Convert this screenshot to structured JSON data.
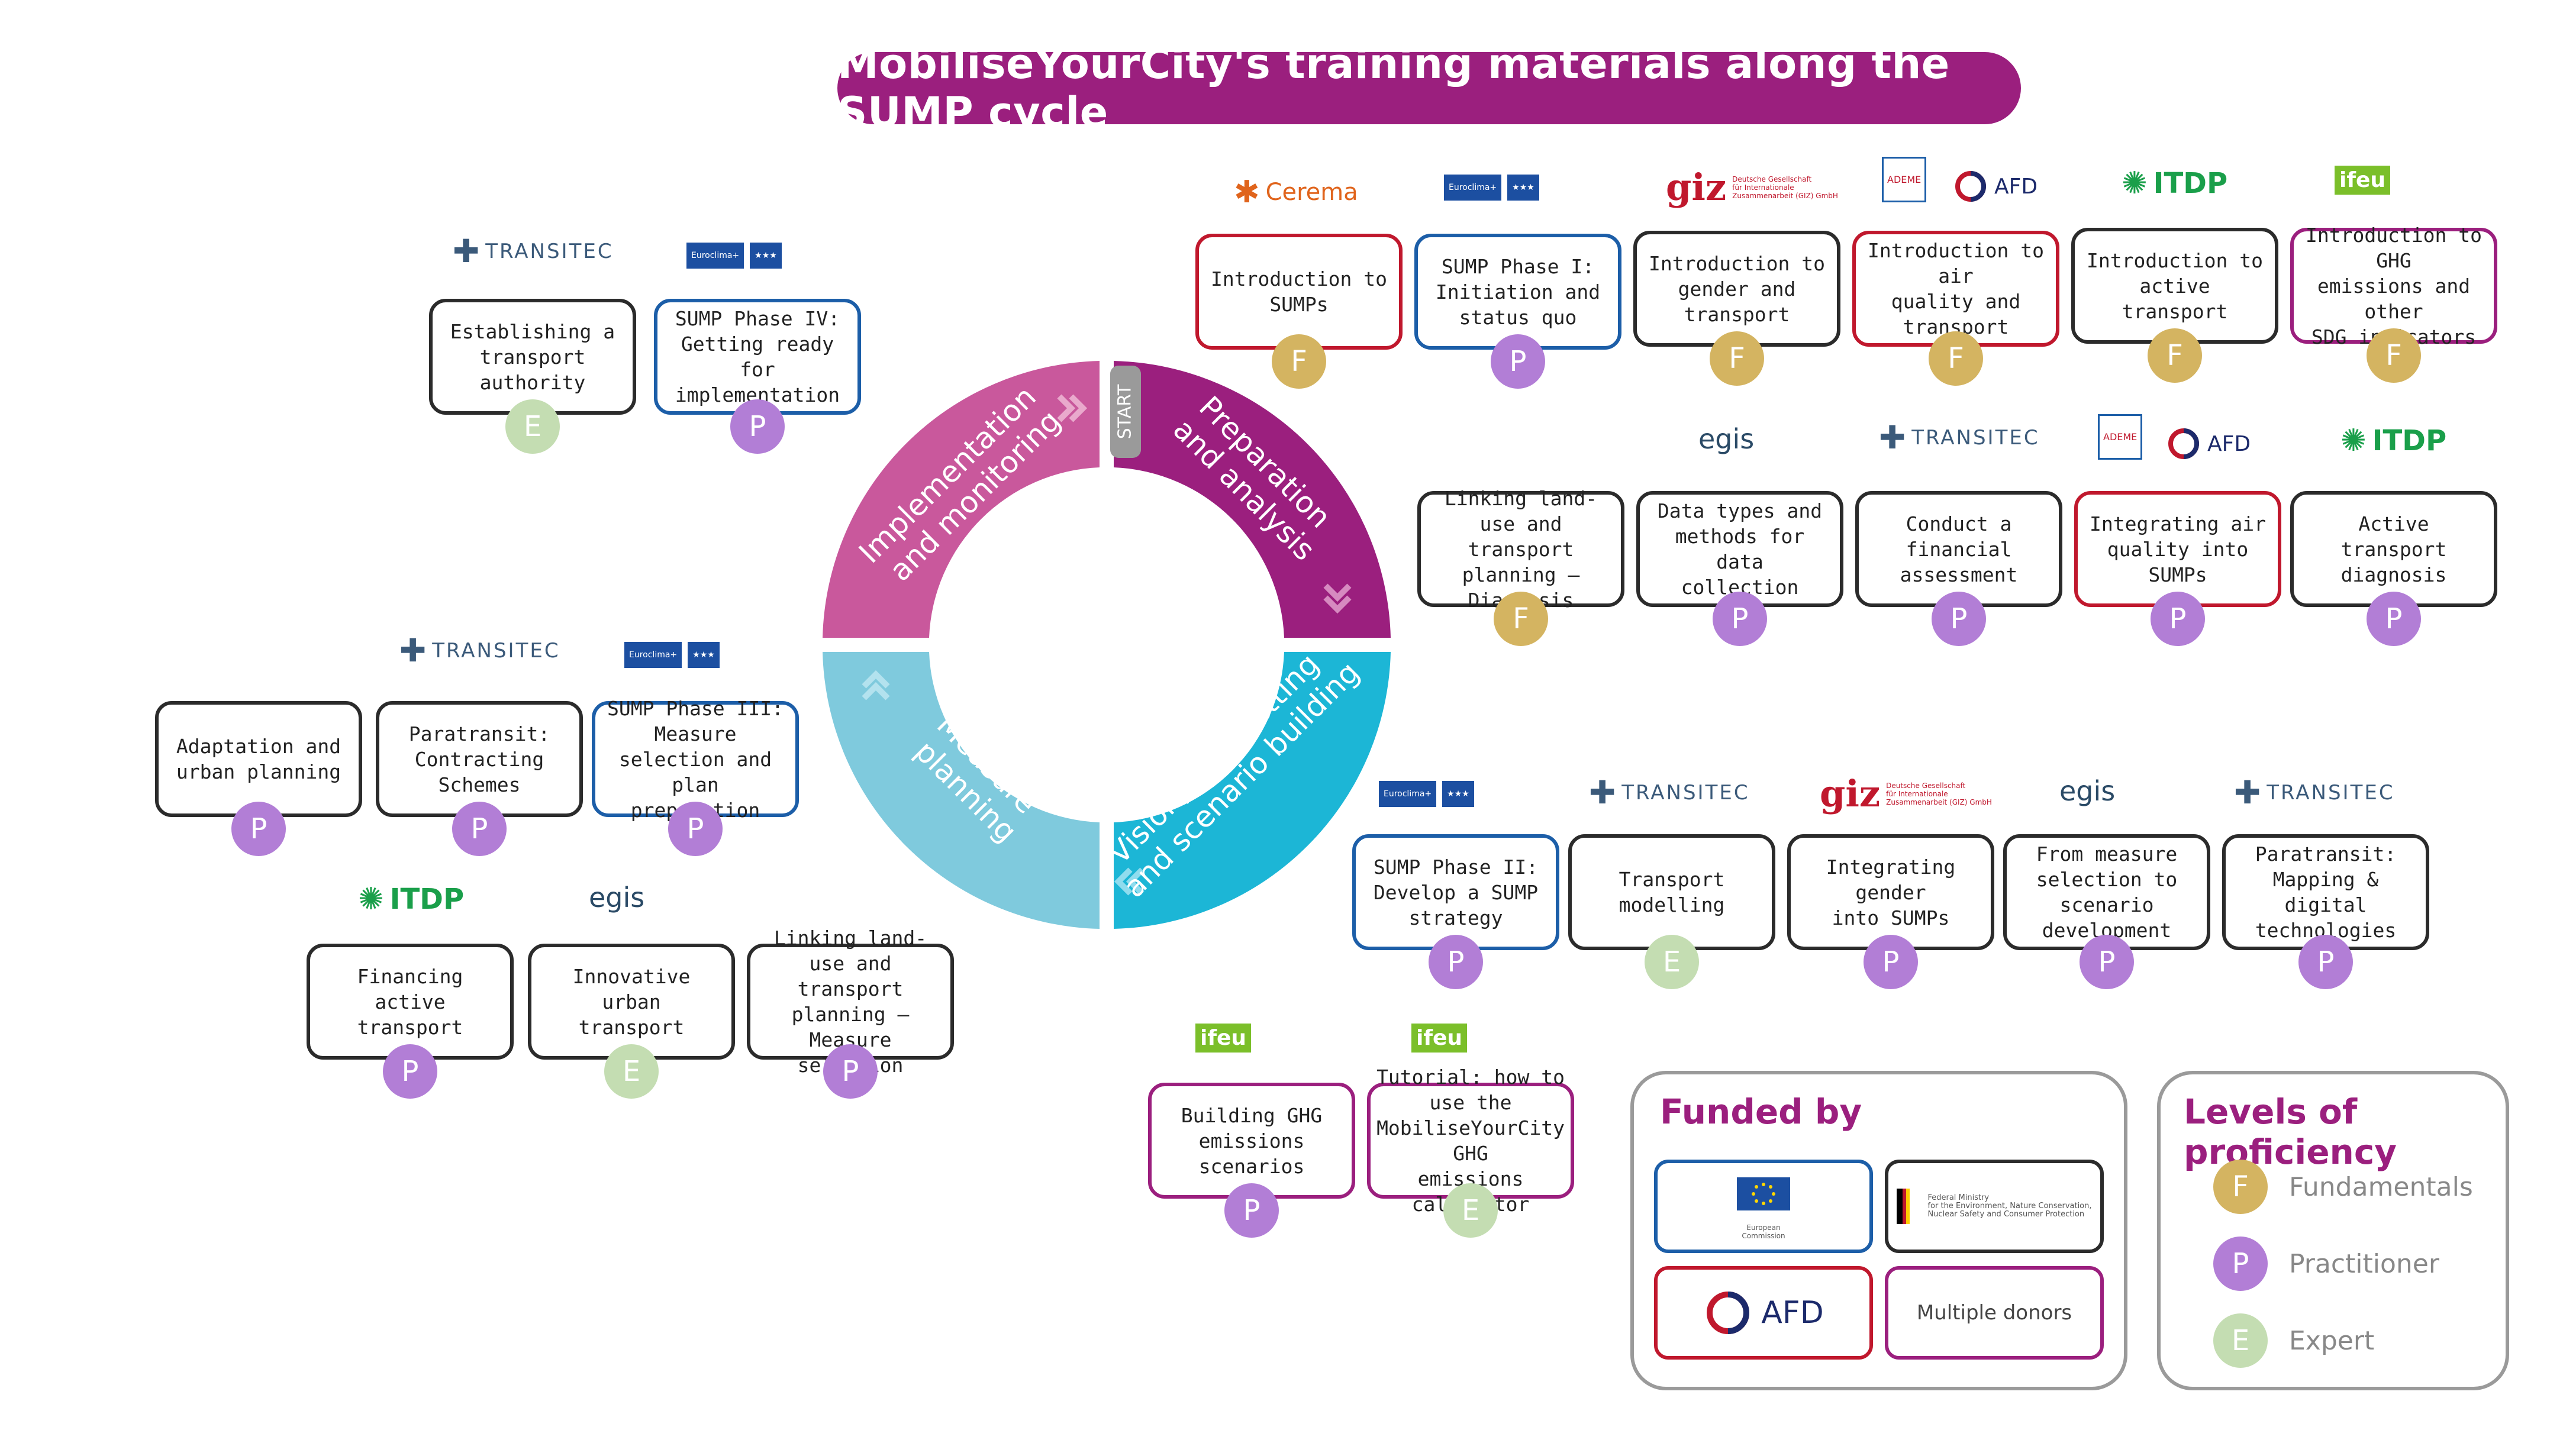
{
  "title": "MobiliseYourCity's training materials along the SUMP cycle",
  "colors": {
    "phase_preparation": "#9b1f7e",
    "phase_vision": "#1cb6d6",
    "phase_measure": "#7fcadd",
    "phase_implementation": "#c9589c",
    "level_F": "#d4b461",
    "level_P": "#b27ed6",
    "level_E": "#c4ddb2",
    "border_blue": "#1c5ea8",
    "border_red": "#c0182d",
    "border_purple": "#9b1f7e"
  },
  "cycle": {
    "start_label": "START",
    "phases": {
      "preparation": "Preparation\nand analysis",
      "vision": "Vision, goal setting\nand scenario building",
      "measure": "Measure\nplanning",
      "implementation": "Implementation\nand monitoring"
    }
  },
  "logos": {
    "transitec": "TRANSITEC",
    "egis": "egis",
    "itdp": "ITDP",
    "giz": "giz",
    "giz_sub": "Deutsche Gesellschaft\nfür Internationale\nZusammenarbeit (GIZ) GmbH",
    "afd": "AFD",
    "ifeu": "ifeu",
    "cerema": "Cerema",
    "ademe": "ADEME",
    "euroclima": "Euroclima+"
  },
  "cards": [
    {
      "text": "Establishing a\ntransport authority",
      "level": "E"
    },
    {
      "text": "SUMP Phase IV:\nGetting ready for\nimplementation",
      "level": "P"
    },
    {
      "text": "Introduction to\nSUMPs",
      "level": "F"
    },
    {
      "text": "SUMP Phase I:\nInitiation and\nstatus quo",
      "level": "P"
    },
    {
      "text": "Introduction to\ngender and transport",
      "level": "F"
    },
    {
      "text": "Introduction to air\nquality and transport",
      "level": "F"
    },
    {
      "text": "Introduction to\nactive transport",
      "level": "F"
    },
    {
      "text": "Introduction to GHG\nemissions and other\nSDG indicators",
      "level": "F"
    },
    {
      "text": "Linking land-use and\ntransport planning –\nDiagnosis",
      "level": "F"
    },
    {
      "text": "Data types and\nmethods for data\ncollection",
      "level": "P"
    },
    {
      "text": "Conduct a financial\nassessment",
      "level": "P"
    },
    {
      "text": "Integrating air\nquality into SUMPs",
      "level": "P"
    },
    {
      "text": "Active transport\ndiagnosis",
      "level": "P"
    },
    {
      "text": "Adaptation and\nurban planning",
      "level": "P"
    },
    {
      "text": "Paratransit:\nContracting\nSchemes",
      "level": "P"
    },
    {
      "text": "SUMP Phase III:\nMeasure selection and\nplan preparation",
      "level": "P"
    },
    {
      "text": "Financing active\ntransport",
      "level": "P"
    },
    {
      "text": "Innovative urban\ntransport",
      "level": "E"
    },
    {
      "text": "Linking land-use and\ntransport planning –\nMeasure selection",
      "level": "P"
    },
    {
      "text": "SUMP Phase II:\nDevelop a SUMP\nstrategy",
      "level": "P"
    },
    {
      "text": "Transport modelling",
      "level": "E"
    },
    {
      "text": "Integrating gender\ninto SUMPs",
      "level": "P"
    },
    {
      "text": "From measure\nselection to scenario\ndevelopment",
      "level": "P"
    },
    {
      "text": "Paratransit:\nMapping & digital\ntechnologies",
      "level": "P"
    },
    {
      "text": "Building GHG\nemissions scenarios",
      "level": "P"
    },
    {
      "text": "Tutorial: how to use the\nMobiliseYourCity GHG\nemissions calculator",
      "level": "E"
    }
  ],
  "funded": {
    "title": "Funded by",
    "eu_label": "European\nCommission",
    "bmu_label": "Federal Ministry\nfor the Environment, Nature Conservation,\nNuclear Safety and Consumer Protection",
    "afd_label": "AFD",
    "multiple": "Multiple donors"
  },
  "levels": {
    "title": "Levels of proficiency",
    "items": [
      {
        "letter": "F",
        "label": "Fundamentals"
      },
      {
        "letter": "P",
        "label": "Practitioner"
      },
      {
        "letter": "E",
        "label": "Expert"
      }
    ]
  }
}
